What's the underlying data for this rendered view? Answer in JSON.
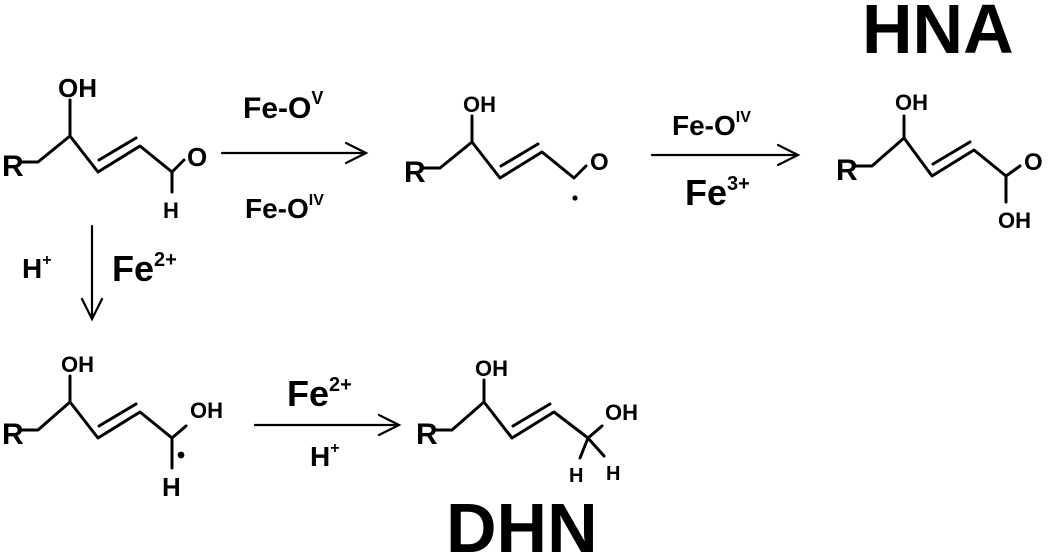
{
  "labels": {
    "hna": "HNA",
    "dhn": "DHN"
  },
  "atoms": {
    "r": "R",
    "oh": "OH",
    "o": "O",
    "h": "H"
  },
  "reagents": {
    "fe_o": "Fe-O",
    "sup_v": "V",
    "sup_iv": "IV",
    "fe": "Fe",
    "sup_3plus": "3+",
    "sup_2plus": "2+",
    "h": "H",
    "sup_plus": "+"
  },
  "colors": {
    "ink": "#000000",
    "background": "#ffffff"
  }
}
